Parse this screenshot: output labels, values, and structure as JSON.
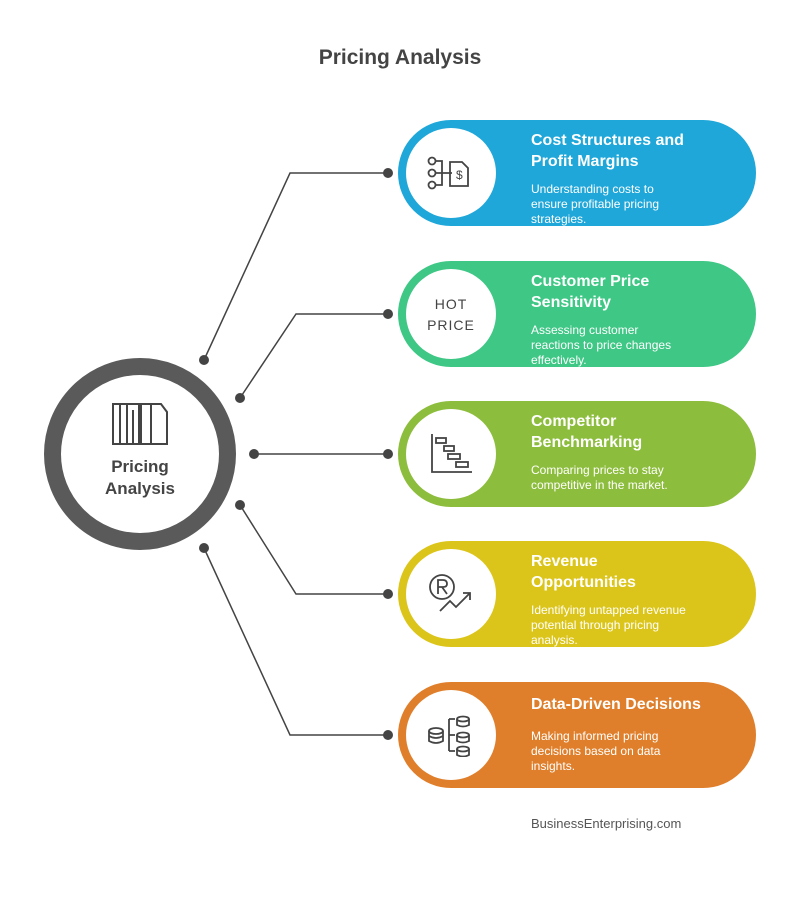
{
  "title": "Pricing Analysis",
  "hub": {
    "label": "Pricing\nAnalysis",
    "icon": "columns-icon",
    "border_color": "#5a5a5a"
  },
  "items": [
    {
      "title": "Cost Structures and\nProfit Margins",
      "description": "Understanding costs to\nensure profitable pricing\nstrategies.",
      "color": "#1fa7d9",
      "icon": "cost-flow-icon"
    },
    {
      "title": "Customer Price\nSensitivity",
      "description": "Assessing customer\nreactions to price changes\neffectively.",
      "color": "#3ec785",
      "icon": "hot-price-icon",
      "icon_text_top": "HOT",
      "icon_text_bottom": "PRICE"
    },
    {
      "title": "Competitor\nBenchmarking",
      "description": "Comparing prices to stay\ncompetitive in the market.",
      "color": "#8dbd3c",
      "icon": "gantt-chart-icon"
    },
    {
      "title": "Revenue\nOpportunities",
      "description": "Identifying untapped revenue\npotential through pricing\nanalysis.",
      "color": "#dcc51a",
      "icon": "revenue-growth-icon"
    },
    {
      "title": "Data-Driven Decisions",
      "description": "Making informed pricing\ndecisions based on data\ninsights.",
      "color": "#e07f2b",
      "icon": "database-icon"
    }
  ],
  "footer": "BusinessEnterprising.com"
}
